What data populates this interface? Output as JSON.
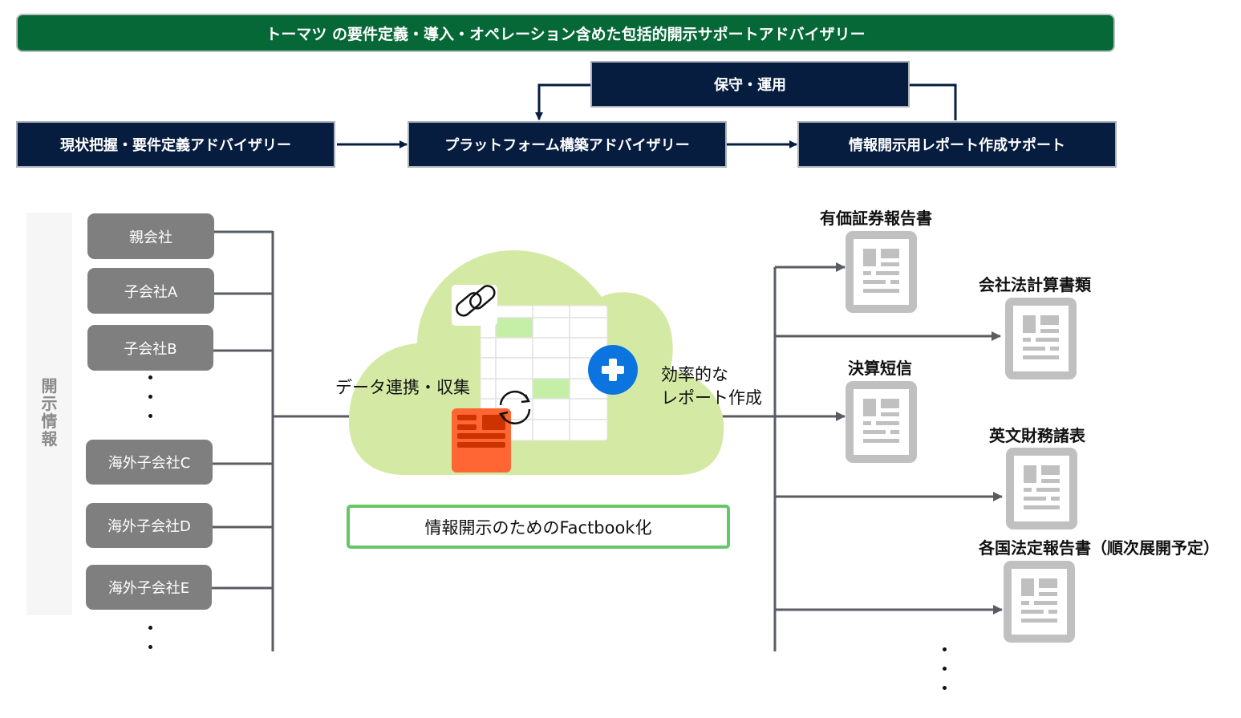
{
  "banner": {
    "title": "トーマツ の要件定義・導入・オペレーション含めた包括的開示サポートアドバイザリー"
  },
  "phases": {
    "maintenance": "保守・運用",
    "current_state": "現状把握・要件定義アドバイザリー",
    "platform": "プラットフォーム構築アドバイザリー",
    "report_support": "情報開示用レポート作成サポート"
  },
  "side_label": "開示情報",
  "entities": [
    {
      "label": "親会社"
    },
    {
      "label": "子会社A"
    },
    {
      "label": "子会社B"
    },
    {
      "label": "海外子会社C"
    },
    {
      "label": "海外子会社D"
    },
    {
      "label": "海外子会社E"
    }
  ],
  "center": {
    "collect_label": "データ連携・収集",
    "efficient_label_line1": "効率的な",
    "efficient_label_line2": "レポート作成",
    "factbook_label": "情報開示のためのFactbook化",
    "icons": [
      "cloud-icon",
      "link-icon",
      "spreadsheet-icon",
      "sync-icon",
      "plus-icon",
      "document-icon"
    ]
  },
  "outputs": [
    {
      "label": "有価証券報告書"
    },
    {
      "label": "会社法計算書類"
    },
    {
      "label": "決算短信"
    },
    {
      "label": "英文財務諸表"
    },
    {
      "label": "各国法定報告書（順次展開予定）"
    }
  ],
  "colors": {
    "banner_green": "#066837",
    "navy": "#061d40",
    "entity_gray": "#7f7f7f",
    "connector_gray": "#595d63",
    "cloud_green": "#d4eaa4",
    "factbook_border": "#66c766",
    "plus_blue": "#0b74de",
    "doc_orange": "#ff6633",
    "doc_icon_gray": "#c0c0c0"
  }
}
